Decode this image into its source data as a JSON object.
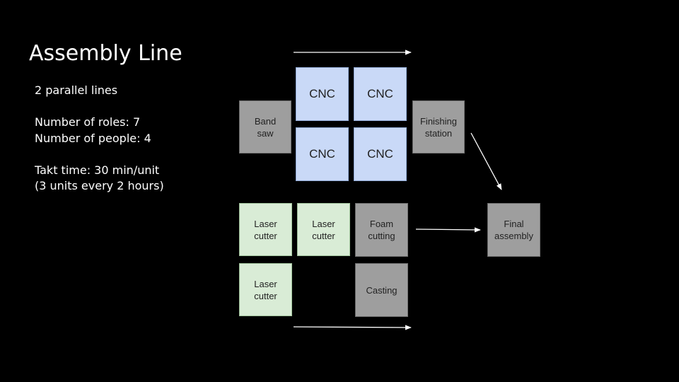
{
  "slide": {
    "title": "Assembly Line",
    "notes": [
      "2 parallel lines",
      "",
      "Number of roles: 7",
      "Number of people: 4",
      "",
      "Takt time: 30 min/unit",
      "(3 units every 2 hours)"
    ]
  },
  "diagram": {
    "band_saw": "Band\nsaw",
    "cnc_1": "CNC",
    "cnc_2": "CNC",
    "cnc_3": "CNC",
    "cnc_4": "CNC",
    "finishing_station": "Finishing\nstation",
    "laser_cutter_1": "Laser\ncutter",
    "laser_cutter_2": "Laser\ncutter",
    "laser_cutter_3": "Laser\ncutter",
    "foam_cutting": "Foam\ncutting",
    "casting": "Casting",
    "final_assembly": "Final\nassembly"
  },
  "colors": {
    "background": "#000000",
    "gray_station": "#9e9e9e",
    "cnc_station": "#c9d9f7",
    "laser_station": "#d9ecd6",
    "arrow": "#ffffff"
  }
}
